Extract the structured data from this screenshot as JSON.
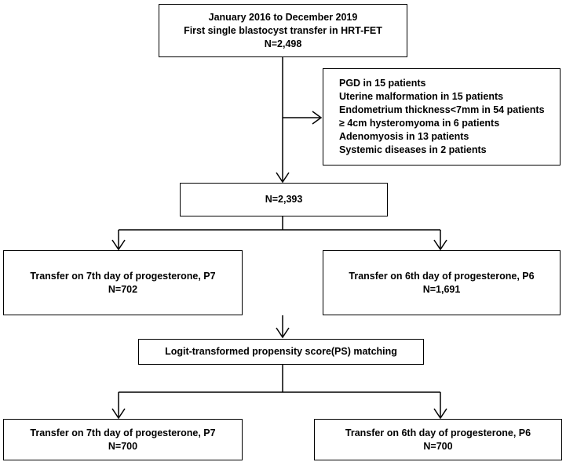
{
  "boxes": {
    "start": {
      "line1": "January 2016 to December 2019",
      "line2": "First single blastocyst transfer in HRT-FET",
      "line3": "N=2,498"
    },
    "exclusion": {
      "items": [
        "PGD in 15 patients",
        "Uterine malformation in 15 patients",
        "Endometrium thickness<7mm in 54 patients",
        "≥ 4cm hysteromyoma in 6 patients",
        "Adenomyosis in 13 patients",
        "Systemic diseases in 2 patients"
      ]
    },
    "eligible": {
      "line1": "N=2,393"
    },
    "p7_before": {
      "line1": "Transfer on 7th day of progesterone, P7",
      "line2": "N=702"
    },
    "p6_before": {
      "line1": "Transfer on 6th day of progesterone, P6",
      "line2": "N=1,691"
    },
    "matching": {
      "line1": "Logit-transformed propensity score(PS) matching"
    },
    "p7_after": {
      "line1": "Transfer on 7th day of progesterone, P7",
      "line2": "N=700"
    },
    "p6_after": {
      "line1": "Transfer on 6th day of progesterone, P6",
      "line2": "N=700"
    }
  }
}
